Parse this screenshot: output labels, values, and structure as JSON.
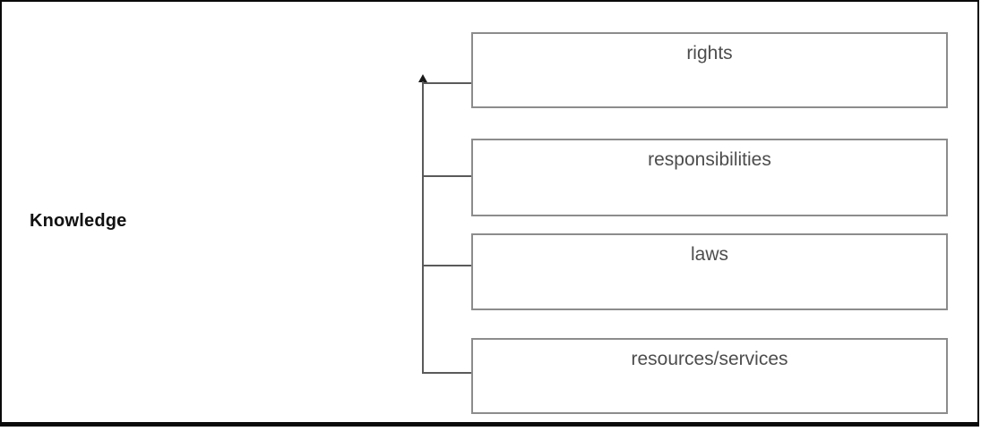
{
  "diagram": {
    "root_label": "Knowledge",
    "items": [
      {
        "label": "rights"
      },
      {
        "label": "responsibilities"
      },
      {
        "label": "laws"
      },
      {
        "label": "resources/services"
      }
    ],
    "arrow_icon": "up-arrow"
  },
  "colors": {
    "frame_border": "#0a0a0a",
    "box_border": "#8c8c8c",
    "box_text": "#4d4d4d",
    "line": "#5a5a5a",
    "root_text": "#111111"
  }
}
